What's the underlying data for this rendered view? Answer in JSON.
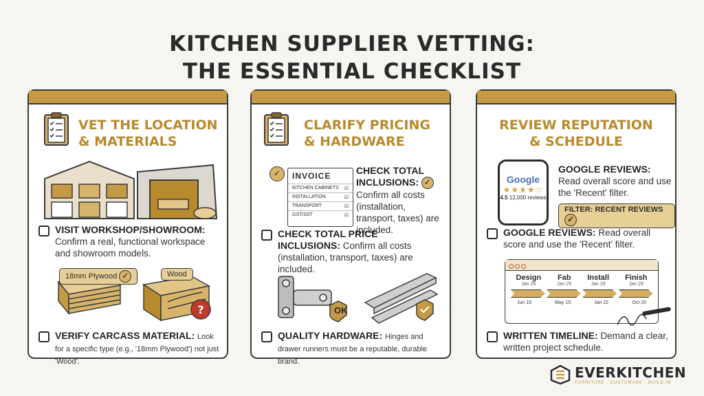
{
  "title_line1": "KITCHEN SUPPLIER VETTING:",
  "title_line2": "THE ESSENTIAL CHECKLIST",
  "panel1": {
    "title_line1": "VET THE LOCATION",
    "title_line2": "& MATERIALS",
    "check1_bold": "VISIT WORKSHOP/SHOWROOM:",
    "check1_text": "Confirm a real, functional workspace and showroom models.",
    "tag_plywood": "18mm Plywood",
    "tag_wood": "Wood",
    "check2_bold": "VERIFY CARCASS MATERIAL:",
    "check2_text": "Look for a specific type (e.g., '18mm Plywood') not just 'Wood'."
  },
  "panel2": {
    "title_line1": "CLARIFY PRICING",
    "title_line2": "& HARDWARE",
    "invoice_title": "INVOICE",
    "invoice_lines": [
      "KITCHEN CABINETS",
      "INSTALLATION",
      "TRANSPORT",
      "GST/SST"
    ],
    "callout_bold": "CHECK TOTAL INCLUSIONS:",
    "callout_text": "Confirm all costs (installation, transport, taxes) are included.",
    "check1_bold": "CHECK TOTAL PRICE INCLUSIONS:",
    "check1_text": "Confirm all costs (installation, transport, taxes) are included.",
    "ok_label": "OK",
    "check2_bold": "QUALITY HARDWARE:",
    "check2_text": "Hinges and drawer runners must be a reputable, durable brand."
  },
  "panel3": {
    "title_line1": "REVIEW REPUTATION",
    "title_line2": "& SCHEDULE",
    "phone_brand": "Google",
    "phone_rating": "4.5",
    "phone_reviews": "12,000 reviews",
    "callout_bold": "GOOGLE REVIEWS:",
    "callout_text": "Read overall score and use the 'Recent' filter.",
    "filter_label": "FILTER: RECENT REVIEWS",
    "check1_bold": "GOOGLE REVIEWS:",
    "check1_text": "Read overall score and use the 'Recent' filter.",
    "timeline_steps": [
      {
        "name": "Design",
        "date": "Jan 25"
      },
      {
        "name": "Fab",
        "date": "Jan 25"
      },
      {
        "name": "Install",
        "date": "Jan 29"
      },
      {
        "name": "Finish",
        "date": "Jan 29"
      }
    ],
    "timeline_dates": [
      "Jun 15",
      "May 15",
      "Jan 22",
      "Oct 20"
    ],
    "check2_bold": "WRITTEN TIMELINE:",
    "check2_text": "Demand a clear, written project schedule."
  },
  "logo": {
    "name": "EVERKITCHEN",
    "tagline": "FURNITURE . CUSTOMADE . BUILD-IN"
  },
  "colors": {
    "accent_gold": "#c49a45",
    "title_gold": "#b88a2e",
    "outline": "#3a3a3a"
  }
}
